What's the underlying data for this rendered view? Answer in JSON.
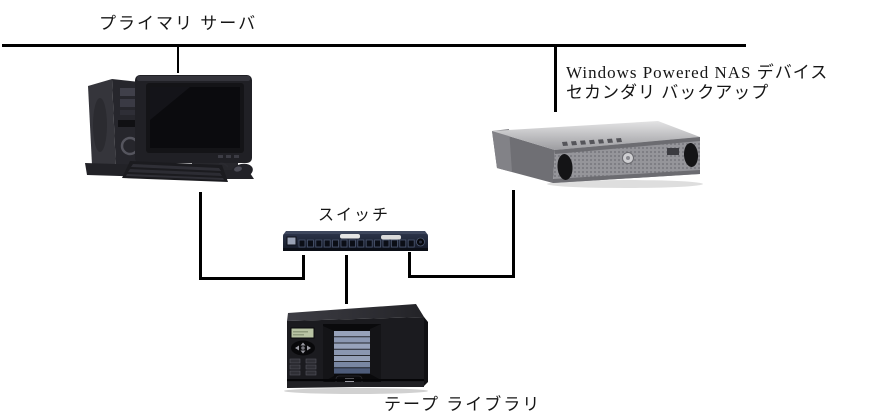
{
  "diagram": {
    "description": "Backup network topology diagram",
    "nodes": {
      "primary_server": {
        "label": "プライマリ サーバ",
        "type": "desktop-computer"
      },
      "nas_device": {
        "label_line1": "Windows Powered NAS デバイス",
        "label_line2": "セカンダリ バックアップ",
        "type": "rack-mount-server"
      },
      "switch": {
        "label": "スイッチ",
        "type": "network-switch"
      },
      "tape_library": {
        "label": "テープ ライブラリ",
        "type": "tape-library"
      }
    },
    "connections": [
      {
        "from": "backbone-bus",
        "to": "primary-server"
      },
      {
        "from": "backbone-bus",
        "to": "nas-device-label"
      },
      {
        "from": "primary-server",
        "to": "switch"
      },
      {
        "from": "switch",
        "to": "tape-library"
      },
      {
        "from": "switch",
        "to": "nas-device"
      }
    ],
    "colors": {
      "background": "#ffffff",
      "connector_line": "#000000",
      "label_text": "#151515",
      "computer_body": "#202025",
      "nas_body_gray": "#8e8e92",
      "switch_body_navy": "#1d2435",
      "tape_body_black": "#1b1b1f",
      "lcd_green": "#b9c4a4",
      "tape_slot_blue": "#8c98b2"
    }
  }
}
